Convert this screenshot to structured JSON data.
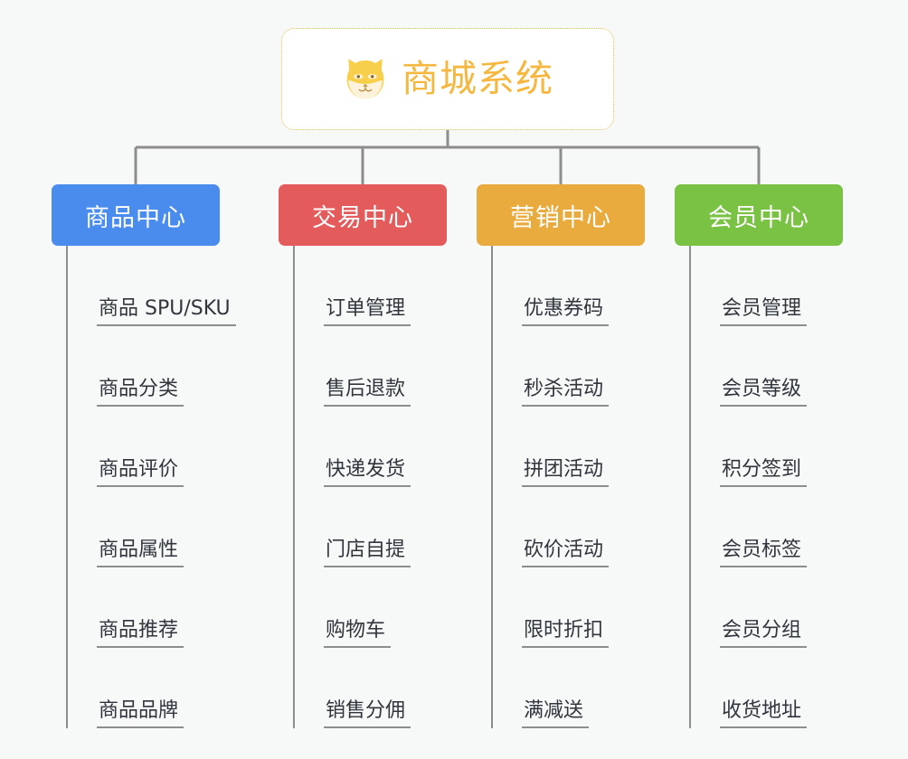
{
  "root": {
    "title": "商城系统",
    "logo_icon": "shiba-dog-face-icon",
    "border_color": "#f0b849",
    "title_color": "#f5b73d"
  },
  "canvas": {
    "background_color": "#f7f8f8",
    "connector_color": "#8d8d8d"
  },
  "branches": [
    {
      "title": "商品中心",
      "color": "#4a8ced",
      "items": [
        "商品 SPU/SKU",
        "商品分类",
        "商品评价",
        "商品属性",
        "商品推荐",
        "商品品牌"
      ]
    },
    {
      "title": "交易中心",
      "color": "#e45b5b",
      "items": [
        "订单管理",
        "售后退款",
        "快递发货",
        "门店自提",
        "购物车",
        "销售分佣"
      ]
    },
    {
      "title": "营销中心",
      "color": "#eaab3e",
      "items": [
        "优惠券码",
        "秒杀活动",
        "拼团活动",
        "砍价活动",
        "限时折扣",
        "满减送"
      ]
    },
    {
      "title": "会员中心",
      "color": "#7ac243",
      "items": [
        "会员管理",
        "会员等级",
        "积分签到",
        "会员标签",
        "会员分组",
        "收货地址"
      ]
    }
  ]
}
